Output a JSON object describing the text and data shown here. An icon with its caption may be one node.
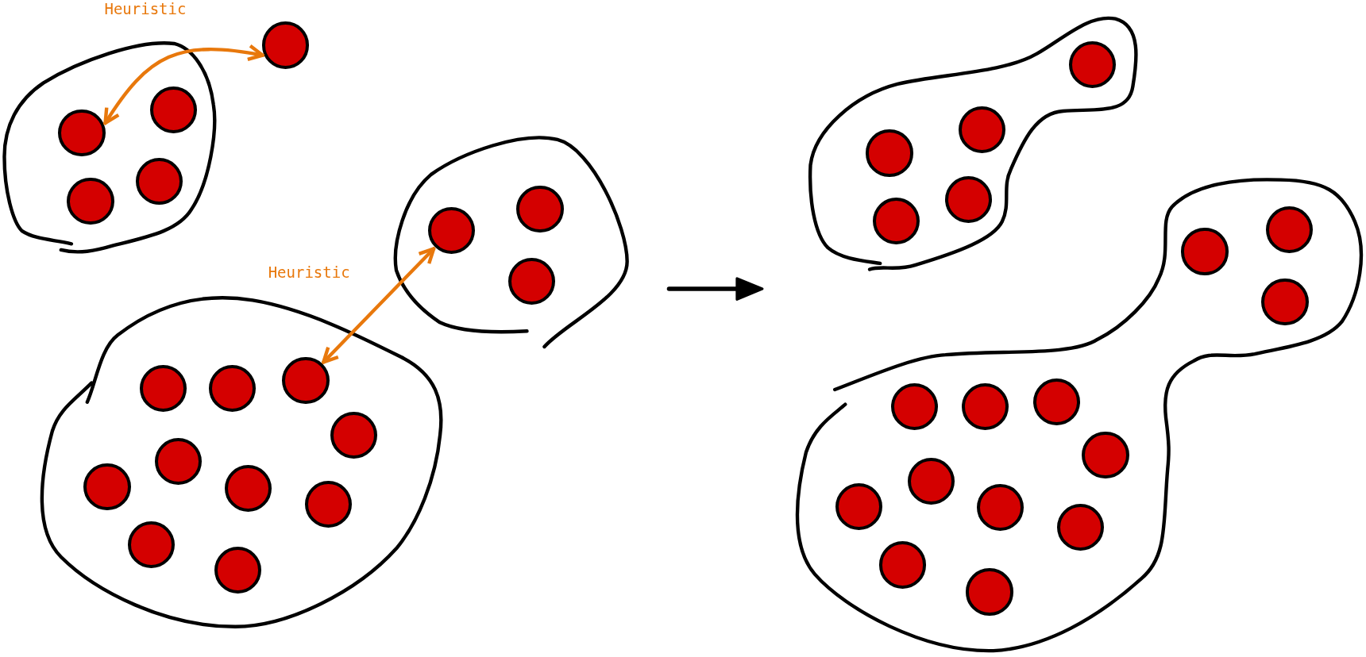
{
  "diagram": {
    "nodes": [
      {
        "text": [],
        "shape": "blob"
      },
      {
        "text": [],
        "shape": "circle",
        "in": 0
      },
      {
        "text": [],
        "shape": "circle",
        "in": 0
      },
      {
        "text": [],
        "shape": "circle",
        "in": 0
      },
      {
        "text": [],
        "shape": "circle",
        "in": 0
      },
      {
        "text": [],
        "shape": "circle"
      },
      {
        "text": [],
        "shape": "blob"
      },
      {
        "text": [],
        "shape": "circle",
        "in": 6
      },
      {
        "text": [],
        "shape": "circle",
        "in": 6
      },
      {
        "text": [],
        "shape": "circle",
        "in": 6
      },
      {
        "text": [],
        "shape": "blob"
      },
      {
        "text": [],
        "shape": "circle",
        "in": 10
      },
      {
        "text": [],
        "shape": "circle",
        "in": 10
      },
      {
        "text": [],
        "shape": "circle",
        "in": 10
      },
      {
        "text": [],
        "shape": "circle",
        "in": 10
      },
      {
        "text": [],
        "shape": "circle",
        "in": 10
      },
      {
        "text": [],
        "shape": "circle",
        "in": 10
      },
      {
        "text": [],
        "shape": "circle",
        "in": 10
      },
      {
        "text": [],
        "shape": "circle",
        "in": 10
      },
      {
        "text": [],
        "shape": "circle",
        "in": 10
      },
      {
        "text": [],
        "shape": "circle",
        "in": 10
      },
      {
        "text": [],
        "shape": "blob"
      },
      {
        "text": [],
        "shape": "circle",
        "in": 21
      },
      {
        "text": [],
        "shape": "circle",
        "in": 21
      },
      {
        "text": [],
        "shape": "circle",
        "in": 21
      },
      {
        "text": [],
        "shape": "circle"
      },
      {
        "text": [],
        "shape": "circle"
      },
      {
        "text": [],
        "shape": "blob"
      },
      {
        "text": [],
        "shape": "circle",
        "in": 27
      },
      {
        "text": [],
        "shape": "circle",
        "in": 27
      },
      {
        "text": [],
        "shape": "circle",
        "in": 27
      },
      {
        "text": [],
        "shape": "circle",
        "in": 27
      },
      {
        "text": [],
        "shape": "circle",
        "in": 27
      },
      {
        "text": [],
        "shape": "circle",
        "in": 27
      },
      {
        "text": [],
        "shape": "circle",
        "in": 27
      },
      {
        "text": [],
        "shape": "circle",
        "in": 27
      },
      {
        "text": [],
        "shape": "circle",
        "in": 27
      },
      {
        "text": [],
        "shape": "circle",
        "in": 27
      },
      {
        "text": [],
        "shape": "circle",
        "in": 27
      },
      {
        "text": [],
        "shape": "circle",
        "in": 27
      },
      {
        "text": [],
        "shape": "circle",
        "in": 27
      }
    ],
    "edges": [
      {
        "from": 1,
        "to": 5,
        "arrow": "both",
        "label": "Heuristic",
        "color": "#e8780c"
      },
      {
        "from": 13,
        "to": 7,
        "arrow": "both",
        "label": "Heuristic",
        "color": "#e8780c"
      }
    ]
  }
}
